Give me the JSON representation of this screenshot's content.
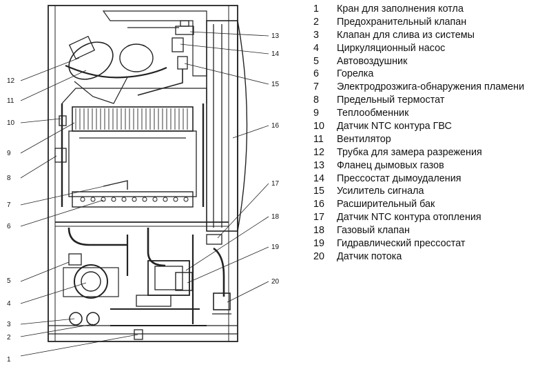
{
  "legend": [
    {
      "num": "1",
      "label": "Кран для заполнения котла"
    },
    {
      "num": "2",
      "label": "Предохранительный клапан"
    },
    {
      "num": "3",
      "label": "Клапан для слива из системы"
    },
    {
      "num": "4",
      "label": "Циркуляционный насос"
    },
    {
      "num": "5",
      "label": "Автовоздушник"
    },
    {
      "num": "6",
      "label": "Горелка"
    },
    {
      "num": "7",
      "label": "Электродрозжига-обнаружения пламени"
    },
    {
      "num": "8",
      "label": "Предельный термостат"
    },
    {
      "num": "9",
      "label": "Теплообменник"
    },
    {
      "num": "10",
      "label": "Датчик NTC контура ГВС"
    },
    {
      "num": "11",
      "label": "Вентилятор"
    },
    {
      "num": "12",
      "label": "Трубка для замера разрежения"
    },
    {
      "num": "13",
      "label": "Фланец дымовых газов"
    },
    {
      "num": "14",
      "label": "Прессостат дымоудаления"
    },
    {
      "num": "15",
      "label": "Усилитель сигнала"
    },
    {
      "num": "16",
      "label": "Расширительный бак"
    },
    {
      "num": "17",
      "label": "Датчик NTC контура отопления"
    },
    {
      "num": "18",
      "label": "Газовый клапан"
    },
    {
      "num": "19",
      "label": "Гидравлический прессостат"
    },
    {
      "num": "20",
      "label": "Датчик потока"
    }
  ],
  "callouts": {
    "c1": "1",
    "c2": "2",
    "c3": "3",
    "c4": "4",
    "c5": "5",
    "c6": "6",
    "c7": "7",
    "c8": "8",
    "c9": "9",
    "c10": "10",
    "c11": "11",
    "c12": "12",
    "c13": "13",
    "c14": "14",
    "c15": "15",
    "c16": "16",
    "c17": "17",
    "c18": "18",
    "c19": "19",
    "c20": "20"
  }
}
